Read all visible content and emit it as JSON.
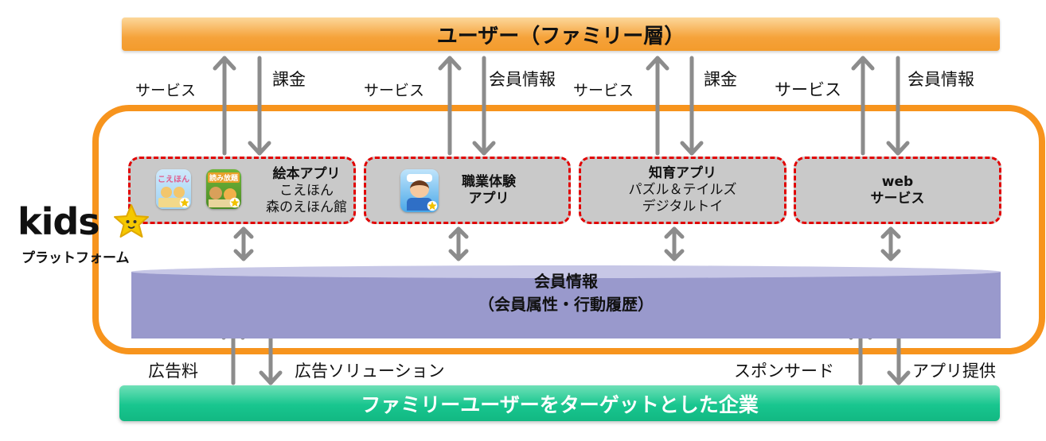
{
  "top_bar": {
    "label": "ユーザー（ファミリー層）"
  },
  "bottom_bar": {
    "label": "ファミリーユーザーをターゲットとした企業"
  },
  "top_flows": [
    {
      "up_label": "サービス",
      "down_label": "課金"
    },
    {
      "up_label": "サービス",
      "down_label": "会員情報"
    },
    {
      "up_label": "サービス",
      "down_label": "課金"
    },
    {
      "up_label": "サービス",
      "down_label": "会員情報"
    }
  ],
  "boxes": [
    {
      "title": "絵本アプリ",
      "lines": [
        "こえほん",
        "森のえほん館"
      ]
    },
    {
      "title": "職業体験",
      "lines": [
        "アプリ"
      ]
    },
    {
      "title": "知育アプリ",
      "lines": [
        "パズル＆テイルズ",
        "デジタルトイ"
      ]
    },
    {
      "title": "web",
      "lines": [
        "サービス"
      ]
    }
  ],
  "app_icons": [
    {
      "name": "koehon-icon",
      "text": "こえほん"
    },
    {
      "name": "yomihoudai-icon",
      "text": "読み放題"
    }
  ],
  "member_db": {
    "line1": "会員情報",
    "line2": "（会員属性・行動履歴）"
  },
  "platform_logo": {
    "brand": "kids",
    "sub": "プラットフォーム"
  },
  "bottom_flows": {
    "left_up": "広告料",
    "left_down": "広告ソリューション",
    "right_up": "スポンサード",
    "right_down": "アプリ提供"
  },
  "colors": {
    "top_bar": "#f5a23a",
    "bottom_bar": "#18c68f",
    "platform_border": "#f7941d",
    "box_fill": "#c9c9c9",
    "box_border": "#e10000",
    "arrow": "#8c8c8c",
    "db_fill": "#9999cc"
  }
}
